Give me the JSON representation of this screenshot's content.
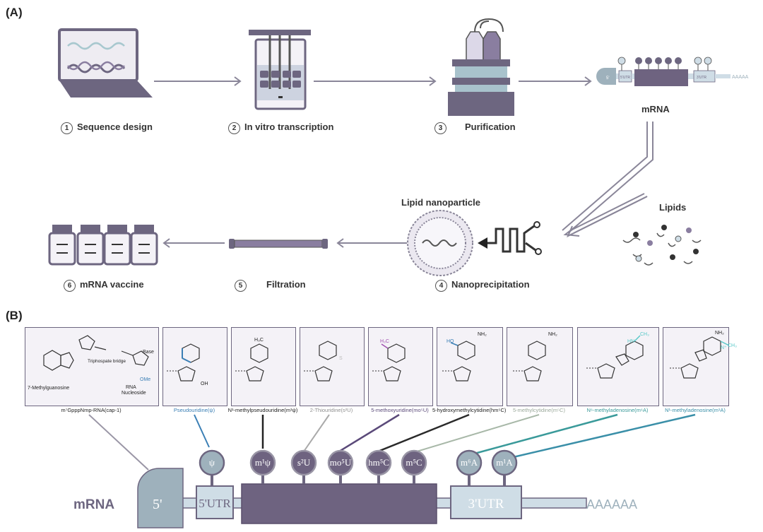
{
  "panels": {
    "a": "(A)",
    "b": "(B)"
  },
  "steps": [
    {
      "num": "1",
      "label": "Sequence design"
    },
    {
      "num": "2",
      "label": "In vitro transcription"
    },
    {
      "num": "3",
      "label": "Purification"
    },
    {
      "num": "4",
      "label": "Nanoprecipitation"
    },
    {
      "num": "5",
      "label": "Filtration"
    },
    {
      "num": "6",
      "label": "mRNA vaccine"
    }
  ],
  "captions": {
    "mrna": "mRNA",
    "lipid_np": "Lipid nanoparticle",
    "lipids": "Lipids"
  },
  "schematic_small": {
    "cap": "5'",
    "utr5": "5'UTR",
    "utr3": "3'UTR",
    "tail": "AAAAA"
  },
  "chemicals": [
    {
      "name": "m⁷GpppNmp-RNA(cap-1)",
      "color": "#333333",
      "sub1": "7-Methylguanosine",
      "sub2": "Triphospate bridge",
      "sub3": "RNA",
      "sub4": "Nucleoside",
      "sub5": "Base",
      "sub6": "OMe"
    },
    {
      "name": "Pseudouridine(ψ)",
      "color": "#3b7fb5"
    },
    {
      "name": "N¹-methylpseudouridine(m¹ψ)",
      "color": "#222222"
    },
    {
      "name": "2-Thiouridine(s²U)",
      "color": "#8f8f8f"
    },
    {
      "name": "5-methoxyuridine(mo⁵U)",
      "color": "#5b4a7a"
    },
    {
      "name": "5-hydroxymethylcytidine(hm⁵C)",
      "color": "#222222"
    },
    {
      "name": "5-methylcytidine(m⁵C)",
      "color": "#9aa89a"
    },
    {
      "name": "N⁶-methyladenosine(m⁶A)",
      "color": "#3a9a9a"
    },
    {
      "name": "N¹-methyladenosine(m¹A)",
      "color": "#3a8fa8"
    }
  ],
  "chem_fragments": {
    "h3c_1": "H₃C",
    "h3c_2": "H₃C",
    "ho": "HO",
    "nh2_1": "NH₂",
    "nh2_2": "NH₂",
    "nh2_3": "NH₂",
    "ch3_1": "CH₃",
    "ch3_2": "CH₃",
    "hn": "HN",
    "n_plus": "N⁺",
    "s": "S",
    "oh": "OH"
  },
  "schematic": {
    "mrna_label": "mRNA",
    "cap": "5'",
    "utr5": "5'UTR",
    "utr3": "3'UTR",
    "polyA": "AAAAAA",
    "mods": [
      "ψ",
      "m¹ψ",
      "s²U",
      "mo⁵U",
      "hm⁵C",
      "m⁵C",
      "m⁶A",
      "m¹A"
    ]
  },
  "colors": {
    "purple_dark": "#6d6680",
    "purple_body": "#6e6380",
    "pale_blue": "#cfdde6",
    "grey_blue": "#9eb1bc",
    "line": "#8a8699"
  }
}
